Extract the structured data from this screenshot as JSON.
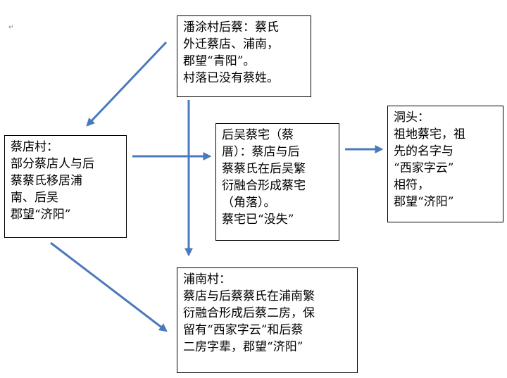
{
  "colors": {
    "arrow": "#4a79bd",
    "border": "#000000",
    "text": "#000000"
  },
  "nodes": {
    "pantu": {
      "lines": [
        "潘涂村后蔡：蔡氏",
        "外迁蔡店、浦南，",
        "郡望“青阳”。",
        "村落已没有蔡姓。"
      ]
    },
    "caidian": {
      "lines": [
        "蔡店村：",
        "部分蔡店人与后",
        "蔡蔡氏移居浦",
        "南、后吴",
        "郡望“济阳”"
      ]
    },
    "houwu": {
      "lines": [
        "后吴蔡宅（蔡",
        "厝）：蔡店与后",
        "蔡蔡氏在后吴繁",
        "衍融合形成蔡宅",
        "（角落）。",
        "蔡宅已“没失”"
      ]
    },
    "dongtou": {
      "lines": [
        "洞头：",
        "祖地蔡宅，祖",
        "先的名字与",
        "“西家字云”",
        "相符，",
        "郡望“济阳”"
      ]
    },
    "punan": {
      "lines": [
        "浦南村：",
        "蔡店与后蔡蔡氏在浦南繁",
        "衍融合形成后蔡二房，保",
        "留有“西家字云”和后蔡",
        "二房字辈，郡望“济阳”"
      ]
    }
  }
}
